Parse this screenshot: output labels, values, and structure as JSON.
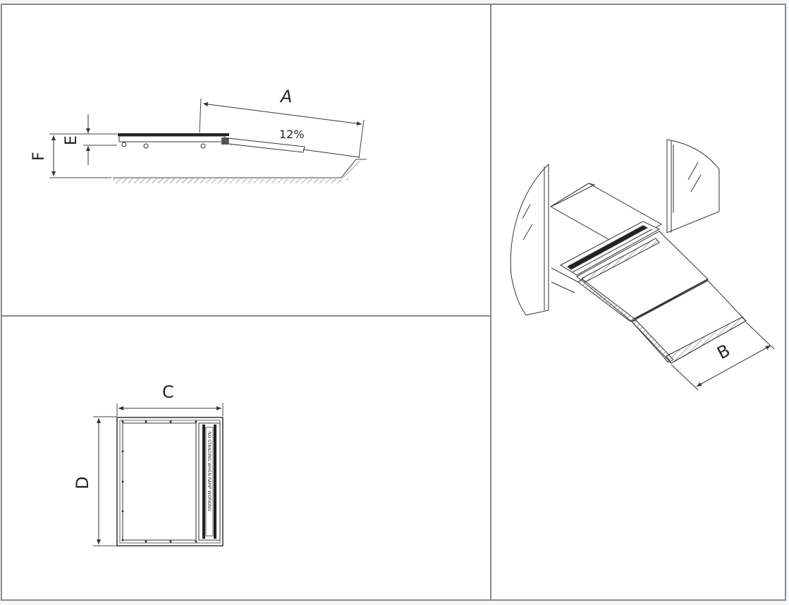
{
  "figure": {
    "panels": [
      {
        "id": "side-view",
        "description": "Side elevation of ramp with slope"
      },
      {
        "id": "top-view",
        "description": "Plan view of stowed ramp"
      },
      {
        "id": "iso-view",
        "description": "Isometric view of deployed ramp at doorway"
      }
    ]
  },
  "side_view": {
    "dim_A": "A",
    "dim_E": "E",
    "dim_F": "F",
    "slope": "12%"
  },
  "top_view": {
    "dim_C": "C",
    "dim_D": "D",
    "warning_label": "NO STANDING WHEN RAMP WORKING"
  },
  "iso_view": {
    "dim_B": "B"
  },
  "colors": {
    "line": "#333333",
    "frame": "#8a8a8a",
    "background": "#ffffff"
  }
}
